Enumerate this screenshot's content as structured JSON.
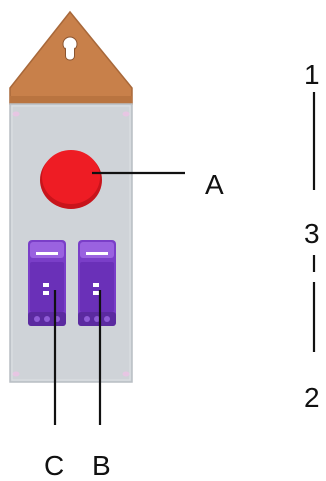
{
  "labels": {
    "button": "A",
    "switch_right": "B",
    "switch_left": "C"
  },
  "scale": {
    "top": "1",
    "middle": "3",
    "bottom": "2"
  },
  "colors": {
    "hanger": "#c8804a",
    "hanger_shadow": "#a8683a",
    "panel": "#cfd3d8",
    "panel_edge": "#b9bec4",
    "button": "#ee1c24",
    "switch": "#7a3ec8",
    "switch_dark": "#5b2aa0",
    "line": "#111111"
  },
  "icons": {
    "hanger_hole": "keyhole-icon"
  }
}
